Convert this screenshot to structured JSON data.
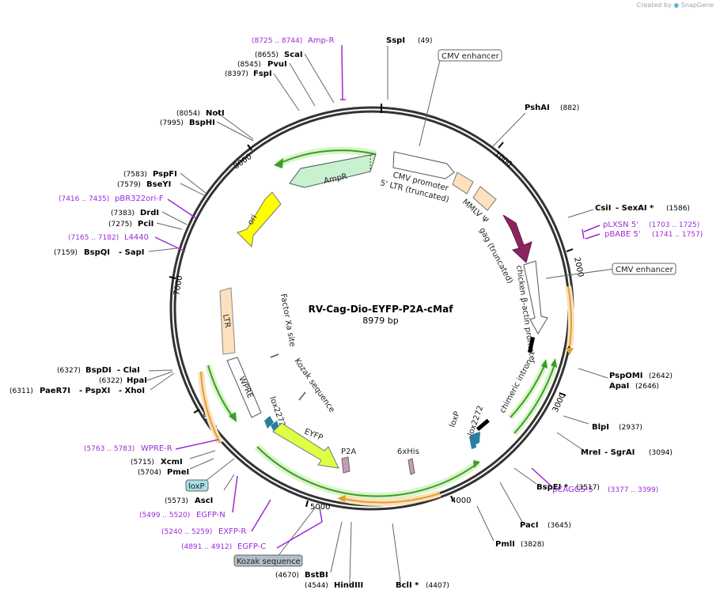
{
  "brand": {
    "created_by": "Created by",
    "app": "SnapGene"
  },
  "plasmid": {
    "name": "RV-Cag-Dio-EYFP-P2A-cMaf",
    "size": "8979 bp",
    "length": 8979
  },
  "ticks": [
    "1000",
    "2000",
    "3000",
    "4000",
    "5000",
    "6000",
    "7000",
    "8000"
  ],
  "enzymes": [
    {
      "name": "SspI",
      "pos": "(49)"
    },
    {
      "name": "PshAI",
      "pos": "(882)"
    },
    {
      "name": "CsiI",
      "name2": "SexAI *",
      "pos": "(1586)"
    },
    {
      "name": "PspOMI",
      "pos": "(2642)"
    },
    {
      "name": "ApaI",
      "pos": "(2646)"
    },
    {
      "name": "BlpI",
      "pos": "(2937)"
    },
    {
      "name": "MreI",
      "name2": "SgrAI",
      "pos": "(3094)"
    },
    {
      "name": "BspEI *",
      "pos": "(3517)"
    },
    {
      "name": "PacI",
      "pos": "(3645)"
    },
    {
      "name": "PmlI",
      "pos": "(3828)"
    },
    {
      "name": "BclI *",
      "pos": "(4407)"
    },
    {
      "name": "HindIII",
      "pos": "(4544)"
    },
    {
      "name": "BstBI",
      "pos": "(4670)"
    },
    {
      "name": "AscI",
      "pos": "(5573)"
    },
    {
      "name": "PmeI",
      "pos": "(5704)"
    },
    {
      "name": "XcmI",
      "pos": "(5715)"
    },
    {
      "name": "PaeR7I",
      "name2": "PspXI",
      "name3": "XhoI",
      "pos": "(6311)"
    },
    {
      "name": "HpaI",
      "pos": "(6322)"
    },
    {
      "name": "BspDI",
      "name2": "ClaI",
      "pos": "(6327)"
    },
    {
      "name": "BspQI",
      "name2": "SapI",
      "pos": "(7159)"
    },
    {
      "name": "PciI",
      "pos": "(7275)"
    },
    {
      "name": "DrdI",
      "pos": "(7383)"
    },
    {
      "name": "BseYI",
      "pos": "(7579)"
    },
    {
      "name": "PspFI",
      "pos": "(7583)"
    },
    {
      "name": "BspHI",
      "pos": "(7995)"
    },
    {
      "name": "NotI",
      "pos": "(8054)"
    },
    {
      "name": "FspI",
      "pos": "(8397)"
    },
    {
      "name": "PvuI",
      "pos": "(8545)"
    },
    {
      "name": "ScaI",
      "pos": "(8655)"
    }
  ],
  "primers": [
    {
      "name": "Amp-R",
      "range": "(8725 .. 8744)"
    },
    {
      "name": "pLXSN 5'",
      "range": "(1703 .. 1725)"
    },
    {
      "name": "pBABE 5'",
      "range": "(1741 .. 1757)"
    },
    {
      "name": "pCAGGS-5",
      "range": "(3377 .. 3399)"
    },
    {
      "name": "EGFP-C",
      "range": "(4891 .. 4912)"
    },
    {
      "name": "EXFP-R",
      "range": "(5240 .. 5259)"
    },
    {
      "name": "EGFP-N",
      "range": "(5499 .. 5520)"
    },
    {
      "name": "WPRE-R",
      "range": "(5763 .. 5783)"
    },
    {
      "name": "L4440",
      "range": "(7165 .. 7182)"
    },
    {
      "name": "pBR322ori-F",
      "range": "(7416 .. 7435)"
    }
  ],
  "boxed_labels": [
    "CMV enhancer",
    "CMV enhancer",
    "loxP",
    "Kozak sequence"
  ],
  "features": [
    "AmpR",
    "ori",
    "LTR",
    "WPRE",
    "CMV promoter",
    "5' LTR (truncated)",
    "MMLV Ψ",
    "gag (truncated)",
    "chicken β-actin promoter",
    "chimeric intron",
    "loxP",
    "lox2272",
    "lox2272",
    "EYFP",
    "P2A",
    "6xHis",
    "Factor Xa site",
    "Kozak sequence"
  ],
  "colors": {
    "primer": "#9b2ad8",
    "ampr": "#c8f2cf",
    "ori": "#ffff00",
    "ltr": "#fde0bd",
    "gag": "#8b2560",
    "cds_line": "#3f9b2a",
    "orange_line": "#e0a030",
    "lox": "#2a7ea0",
    "p2a": "#c89ab8"
  }
}
